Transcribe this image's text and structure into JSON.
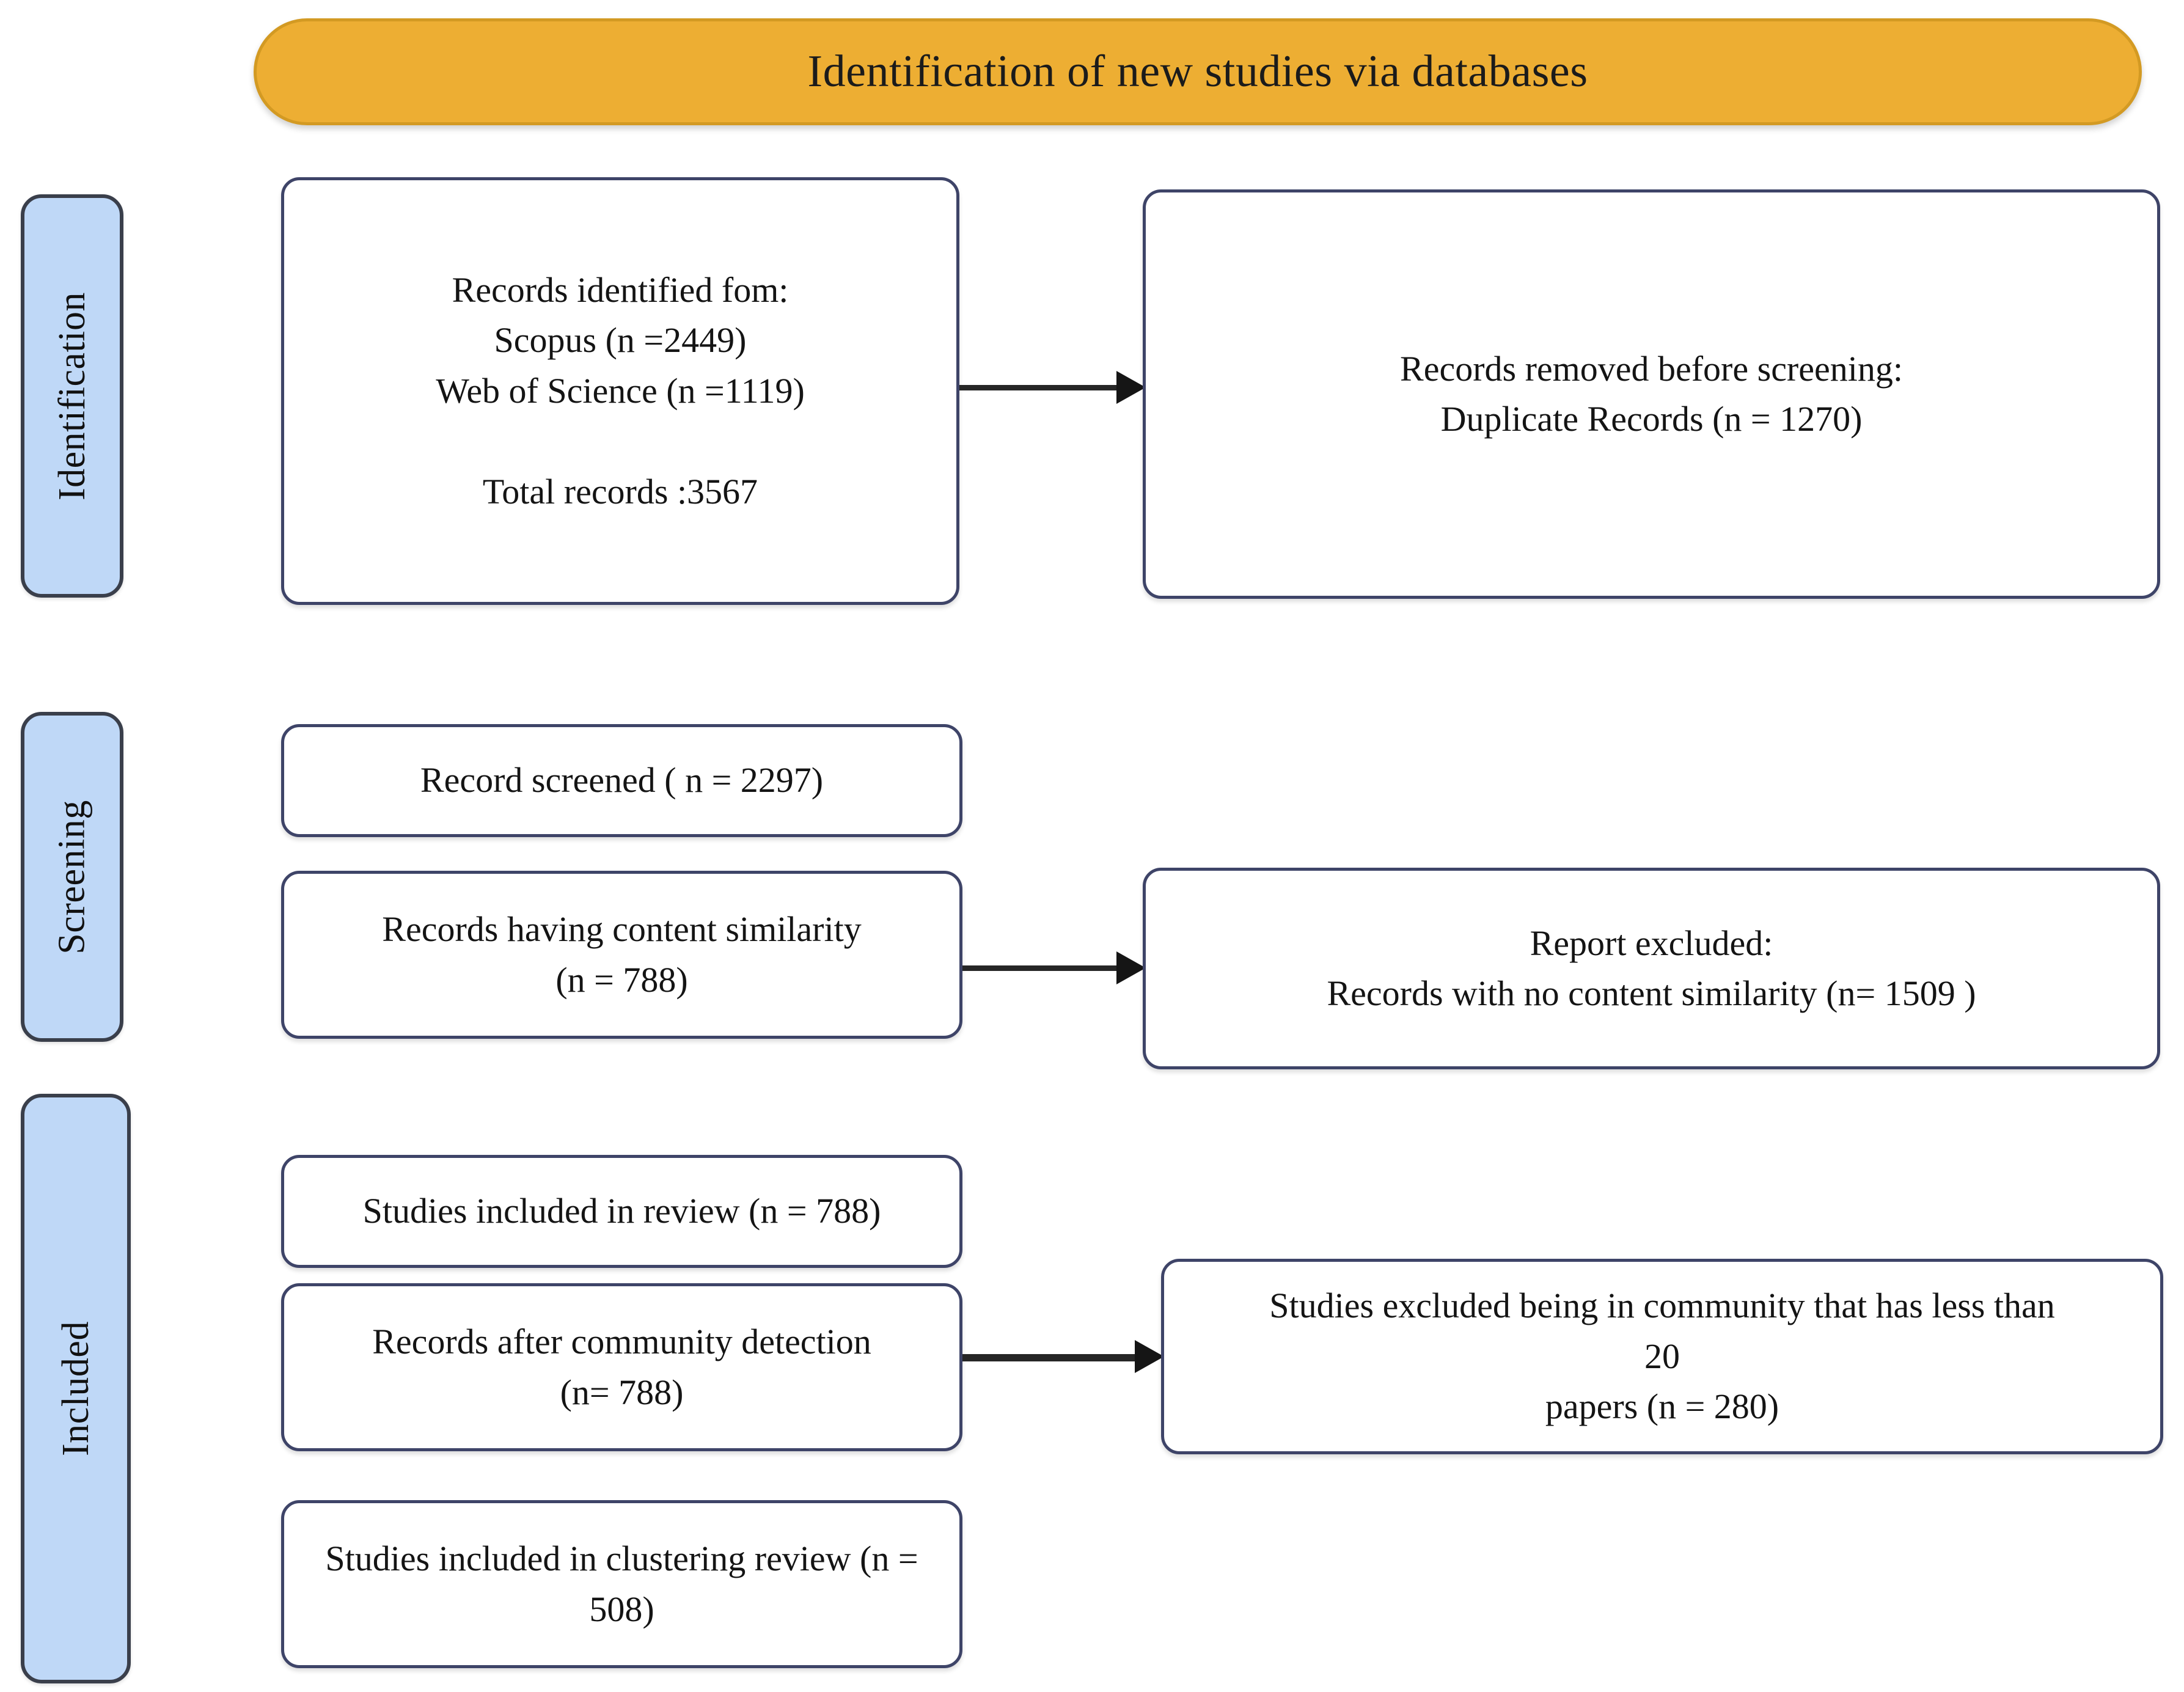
{
  "header": {
    "title": "Identification of new studies via databases",
    "fill_color": "#EDAE33",
    "border_color": "#D39A23"
  },
  "stages": [
    {
      "id": "identification",
      "label": "Identification"
    },
    {
      "id": "screening",
      "label": "Screening"
    },
    {
      "id": "included",
      "label": "Included"
    }
  ],
  "stage_style": {
    "fill_color": "#BFD8F7",
    "border_color": "#3A3F4B"
  },
  "box_style": {
    "fill_color": "#FFFFFF",
    "border_color": "#3E4468",
    "text_color": "#141414"
  },
  "arrow_color": "#262626",
  "boxes": {
    "identified": {
      "text": "Records identified fom:\nScopus  (n =2449)\nWeb of Science (n =1119)\n\nTotal records  :3567"
    },
    "removed": {
      "text": "Records removed before screening:\nDuplicate Records (n = 1270)"
    },
    "screened": {
      "text": "Record screened ( n = 2297)"
    },
    "similarity": {
      "text": "Records having content similarity\n(n = 788)"
    },
    "report_excluded": {
      "text": "Report excluded:\nRecords with no content similarity (n= 1509 )"
    },
    "included_review": {
      "text": "Studies included in review (n = 788)"
    },
    "community": {
      "text": "Records  after  community detection\n(n= 788)"
    },
    "studies_excluded": {
      "text": "Studies excluded being in community that has less than\n20\npapers  (n = 280)"
    },
    "clustering": {
      "text": "Studies included in clustering review (n = 508)"
    }
  },
  "chart_data": {
    "type": "diagram",
    "title": "Identification of new studies via databases",
    "diagram_kind": "PRISMA flow diagram",
    "stages": [
      "Identification",
      "Screening",
      "Included"
    ],
    "nodes": [
      {
        "id": "identified",
        "stage": "Identification",
        "column": "left",
        "label": "Records identified fom: Scopus (n =2449); Web of Science (n =1119); Total records :3567"
      },
      {
        "id": "removed",
        "stage": "Identification",
        "column": "right",
        "label": "Records removed before screening: Duplicate Records (n = 1270)"
      },
      {
        "id": "screened",
        "stage": "Screening",
        "column": "left",
        "label": "Record screened ( n = 2297)"
      },
      {
        "id": "similarity",
        "stage": "Screening",
        "column": "left",
        "label": "Records having content similarity (n = 788)"
      },
      {
        "id": "report_excluded",
        "stage": "Screening",
        "column": "right",
        "label": "Report excluded: Records with no content similarity (n= 1509 )"
      },
      {
        "id": "included_review",
        "stage": "Included",
        "column": "left",
        "label": "Studies included in review (n = 788)"
      },
      {
        "id": "community",
        "stage": "Included",
        "column": "left",
        "label": "Records after community detection (n= 788)"
      },
      {
        "id": "studies_excluded",
        "stage": "Included",
        "column": "right",
        "label": "Studies excluded being in community that has less than 20 papers (n = 280)"
      },
      {
        "id": "clustering",
        "stage": "Included",
        "column": "left",
        "label": "Studies included in clustering review (n = 508)"
      }
    ],
    "edges": [
      {
        "from": "identified",
        "to": "removed"
      },
      {
        "from": "similarity",
        "to": "report_excluded"
      },
      {
        "from": "community",
        "to": "studies_excluded"
      }
    ],
    "counts": {
      "scopus": 2449,
      "web_of_science": 1119,
      "total_records": 3567,
      "duplicate_records_removed": 1270,
      "records_screened": 2297,
      "records_having_content_similarity": 788,
      "records_with_no_content_similarity": 1509,
      "studies_included_in_review": 788,
      "records_after_community_detection": 788,
      "community_size_threshold": 20,
      "studies_excluded_small_community": 280,
      "studies_included_in_clustering_review": 508
    }
  }
}
